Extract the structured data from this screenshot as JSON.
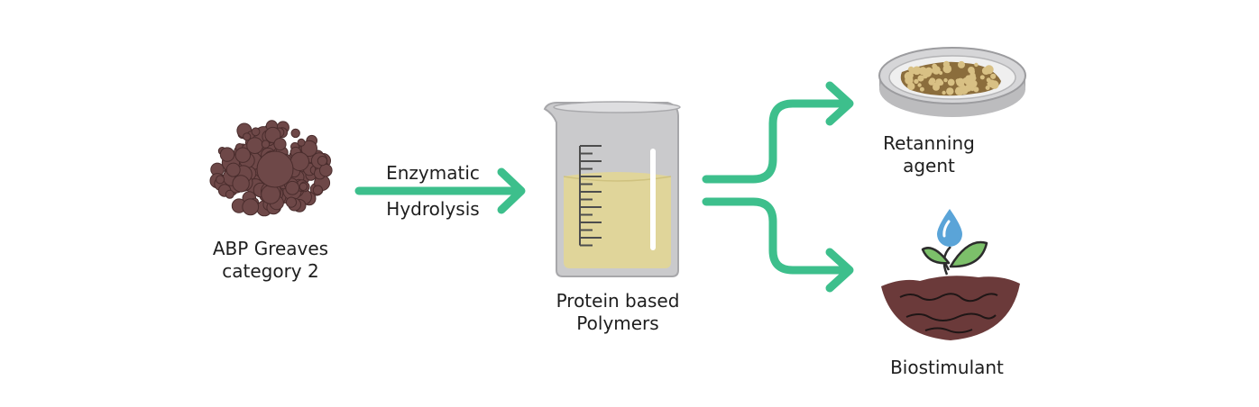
{
  "nodes": {
    "greaves": {
      "line1": "ABP Greaves",
      "line2": "category 2"
    },
    "protein": {
      "line1": "Protein based",
      "line2": "Polymers"
    },
    "retanning": {
      "line1": "Retanning",
      "line2": "agent"
    },
    "biostimulant": {
      "line1": "Biostimulant"
    }
  },
  "process": {
    "line1": "Enzymatic",
    "line2": "Hydrolysis"
  },
  "colors": {
    "arrow": "#3dbf8c",
    "greaves": "#6e4848",
    "greaves_outline": "#4a2d2d",
    "beaker_glass": "#c9c9cb",
    "liquid": "#e0d59a",
    "dish": "#d9d9d9",
    "dish_content": "#c9a95a",
    "soil": "#6b3a3a",
    "leaf": "#7cc06a",
    "drop": "#5aa4d8"
  },
  "icons": [
    "greaves-pile-icon",
    "beaker-icon",
    "petri-dish-icon",
    "soil-plant-icon",
    "water-drop-icon"
  ]
}
